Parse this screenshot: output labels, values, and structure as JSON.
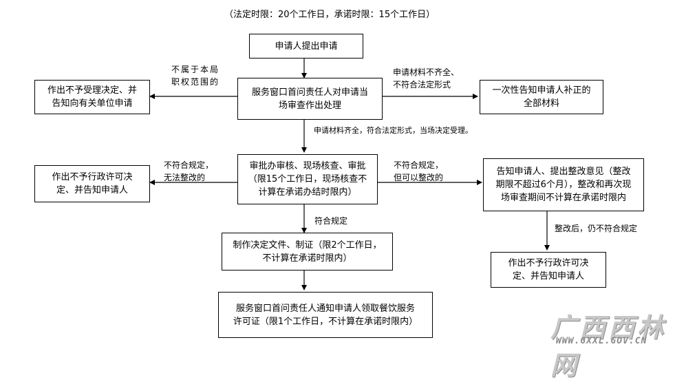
{
  "header": "（法定时限：20个工作日，承诺时限：15个工作日）",
  "boxes": {
    "apply": "申请人提出申请",
    "window_check": "服务窗口首问责任人对申请当\n场审查作出处理",
    "reject_scope": "作出不予受理决定、并\n告知向有关单位申请",
    "notify_supplement": "一次性告知申请人补正的\n全部材料",
    "review": "审批办审核、现场核查、审批\n（限15个工作日，现场核查不\n计算在承诺办结时限内）",
    "deny_left": "作出不予行政许可决\n定、并告知申请人",
    "rectify": "告知申请人、提出整改意见（整改\n期限不超过6个月），整改和再次现\n场审查期间不计算在承诺时限内",
    "deny_right": "作出不予行政许可决\n定、并告知申请人",
    "make_decision": "制作决定文件、制证（限2个工作日，\n不计算在承诺时限内）",
    "notify_collect": "服务窗口首问责任人通知申请人领取餐饮服务\n许可证（限1个工作日，不计算在承诺时限内）"
  },
  "labels": {
    "not_scope": "不属于本局\n职权范围的",
    "incomplete": "申请材料不齐全、\n不符合法定形式",
    "complete": "申请材料齐全，符合法定形式，当场决定受理。",
    "not_comply_left": "不符合规定，\n无法整改的",
    "not_comply_right": "不符合规定，\n但可以整改的",
    "comply": "符合规定",
    "after_rectify": "整改后，仍不符合规定"
  },
  "watermark": {
    "name": "广西西林网",
    "url": "WWW.GXXL.GOV.CN"
  }
}
